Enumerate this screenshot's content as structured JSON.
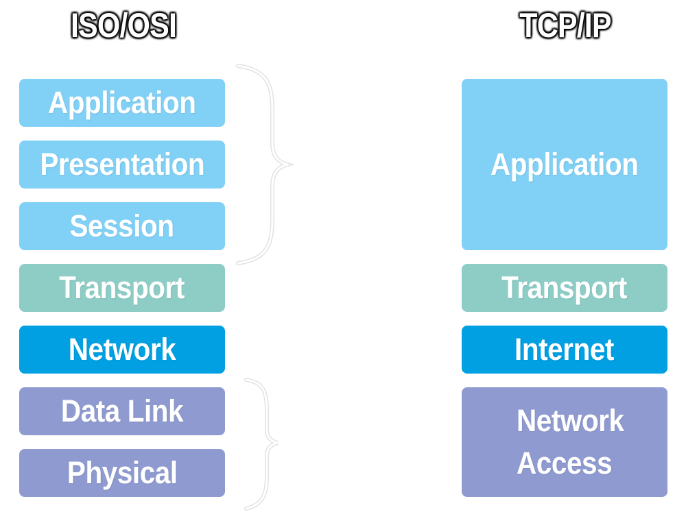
{
  "titles": {
    "osi": "ISO/OSI",
    "tcp": "TCP/IP"
  },
  "osi_layers": {
    "application": "Application",
    "presentation": "Presentation",
    "session": "Session",
    "transport": "Transport",
    "network": "Network",
    "datalink": "Data Link",
    "physical": "Physical"
  },
  "tcp_layers": {
    "application": "Application",
    "transport": "Transport",
    "internet": "Internet",
    "network_access_line1": "Network",
    "network_access_line2": "Access"
  },
  "colors": {
    "application": "#81d0f5",
    "transport": "#8dcdc6",
    "network": "#00a0e3",
    "link": "#8f9bd0"
  }
}
